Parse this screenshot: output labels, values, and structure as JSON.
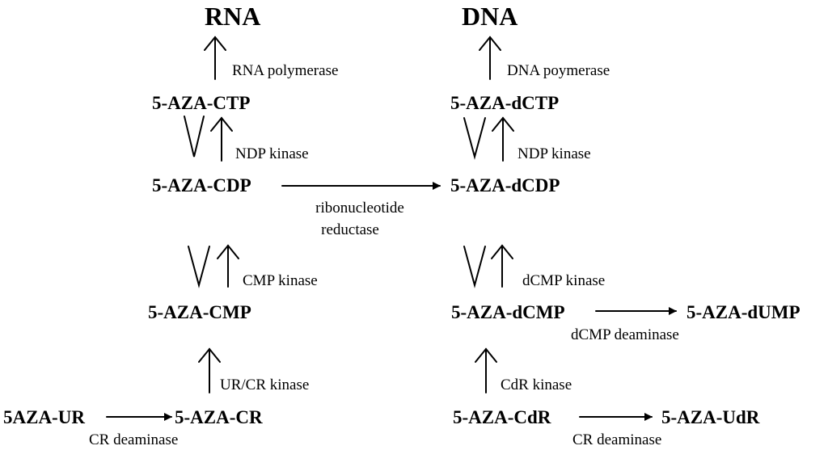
{
  "products": {
    "rna": "RNA",
    "dna": "DNA"
  },
  "nodes": {
    "ctp": "5-AZA-CTP",
    "cdp": "5-AZA-CDP",
    "cmp": "5-AZA-CMP",
    "cr": "5-AZA-CR",
    "ur": "5AZA-UR",
    "dctp": "5-AZA-dCTP",
    "dcdp": "5-AZA-dCDP",
    "dcmp": "5-AZA-dCMP",
    "dump": "5-AZA-dUMP",
    "cdr": "5-AZA-CdR",
    "udr": "5-AZA-UdR"
  },
  "enzymes": {
    "rna_pol": "RNA polymerase",
    "dna_pol": "DNA poymerase",
    "ndp_left": "NDP kinase",
    "ndp_right": "NDP kinase",
    "rnr_line1": "ribonucleotide",
    "rnr_line2": "reductase",
    "cmp_kinase": "CMP kinase",
    "dcmp_kinase": "dCMP kinase",
    "dcmp_deaminase": "dCMP deaminase",
    "ur_cr_kinase": "UR/CR kinase",
    "cdr_kinase": "CdR kinase",
    "cr_deaminase_left": "CR deaminase",
    "cr_deaminase_right": "CR deaminase"
  }
}
